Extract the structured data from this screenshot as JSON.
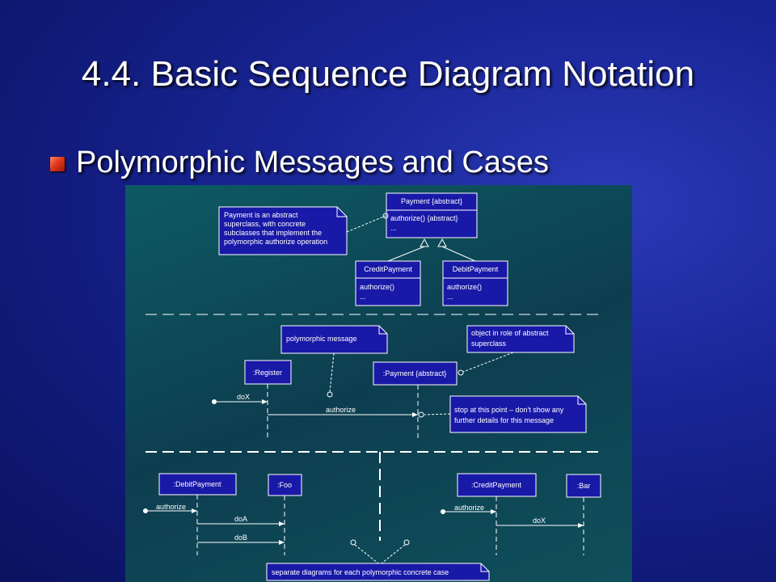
{
  "slide": {
    "title": "4.4. Basic Sequence Diagram Notation",
    "bullet": "Polymorphic Messages and Cases"
  },
  "colors": {
    "diagram_box_fill": "#1919a8",
    "diagram_line": "#ffffff",
    "note_fill": "#1919a8",
    "bullet_marker": "#e0381c"
  },
  "class_diagram": {
    "payment": {
      "name": "Payment {abstract}",
      "ops": [
        "authorize() {abstract}",
        "..."
      ]
    },
    "credit_payment": {
      "name": "CreditPayment",
      "ops": [
        "authorize()",
        "..."
      ]
    },
    "debit_payment": {
      "name": "DebitPayment",
      "ops": [
        "authorize()",
        "..."
      ]
    },
    "note_lines": [
      "Payment is an abstract",
      "superclass, with concrete",
      "subclasses that implement the",
      "polymorphic authorize operation"
    ]
  },
  "sequence_main": {
    "register": ":Register",
    "payment": ":Payment {abstract}",
    "msg_dox": "doX",
    "msg_authorize": "authorize",
    "note_polymorphic": "polymorphic message",
    "note_role": [
      "object in role of abstract",
      "superclass"
    ],
    "note_stop": [
      "stop at this point – don't show any",
      "further details for this message"
    ]
  },
  "cases": {
    "debit_payment": ":DebitPayment",
    "foo": ":Foo",
    "credit_payment": ":CreditPayment",
    "bar": ":Bar",
    "left_authorize": "authorize",
    "left_doa": "doA",
    "left_dob": "doB",
    "right_authorize": "authorize",
    "right_dox": "doX",
    "note_separate": "separate diagrams for each polymorphic concrete case"
  }
}
